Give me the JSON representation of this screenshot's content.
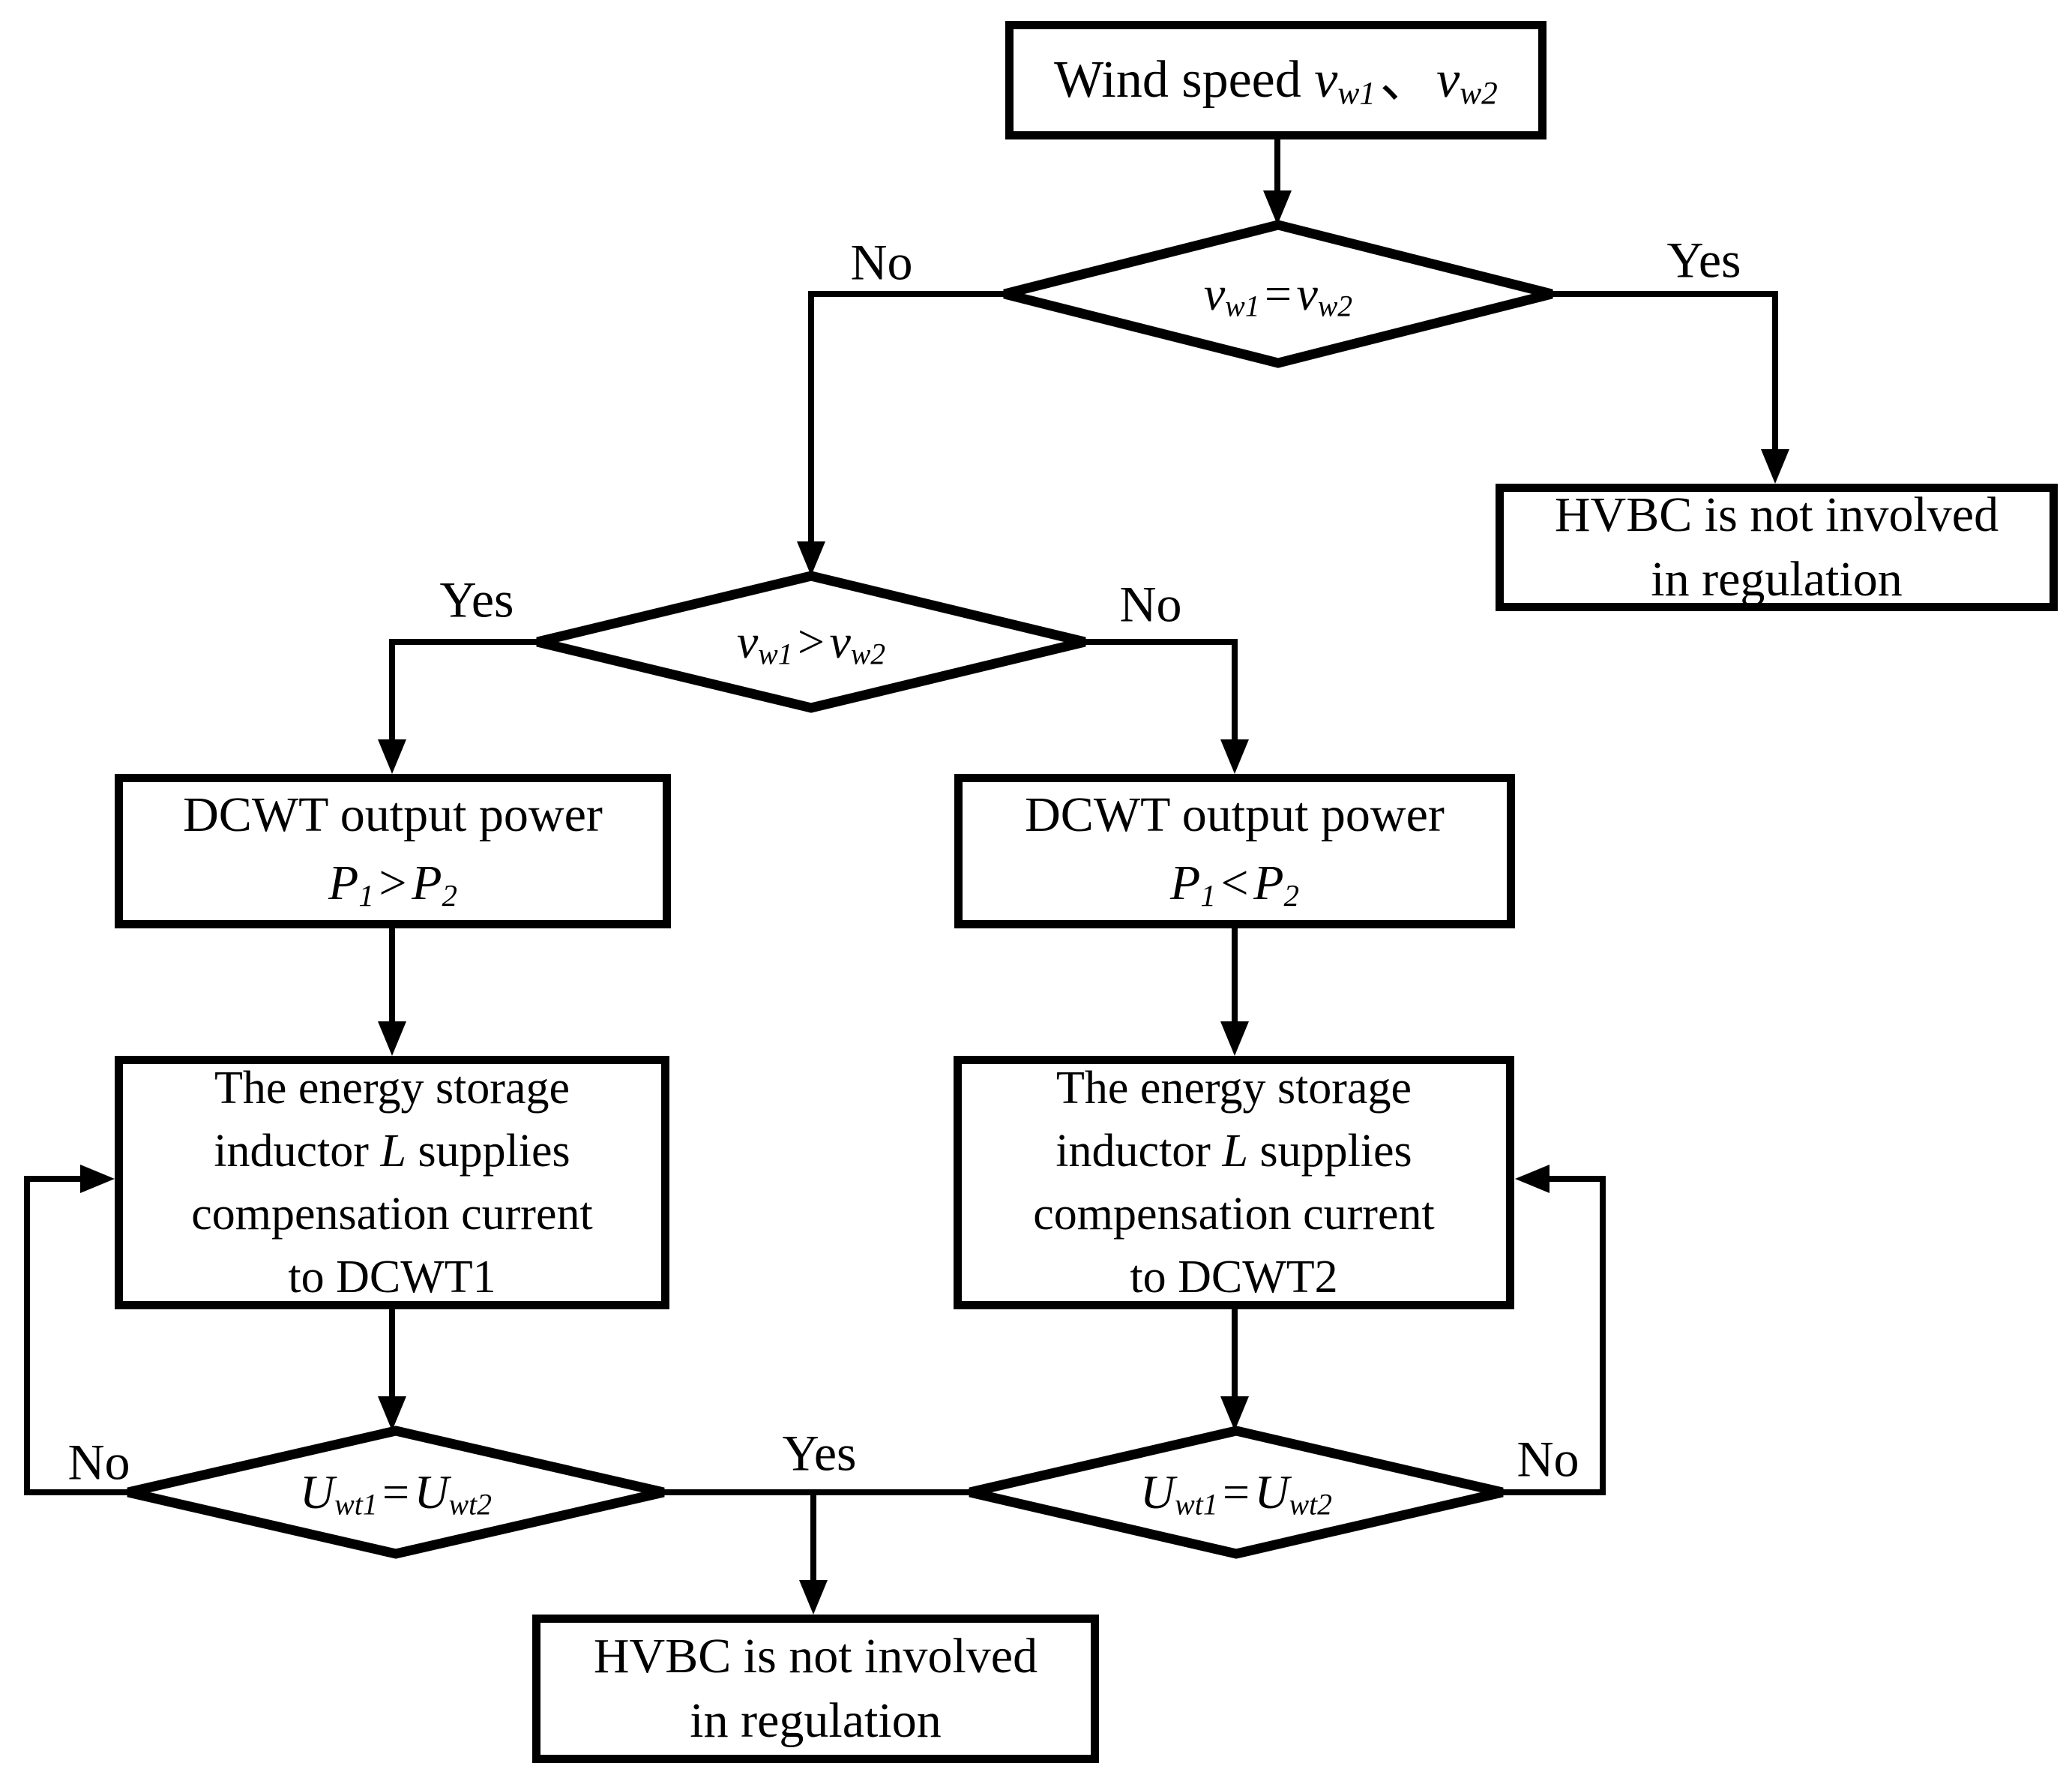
{
  "colors": {
    "line": "#000000",
    "background": "#ffffff"
  },
  "nodes": {
    "start": {
      "text_pre": "Wind speed ",
      "var1": "v",
      "var1_sub": "w1",
      "separator": "、",
      "var2": "v",
      "var2_sub": "w2"
    },
    "d_vw_eq": {
      "lhs": "v",
      "lhs_sub": "w1",
      "op": "=",
      "rhs": "v",
      "rhs_sub": "w2"
    },
    "d_vw_gt": {
      "lhs": "v",
      "lhs_sub": "w1",
      "op": ">",
      "rhs": "v",
      "rhs_sub": "w2"
    },
    "hvbc_right": {
      "line1": "HVBC is not involved",
      "line2": "in regulation"
    },
    "p_left": {
      "line1": "DCWT output power",
      "lhs": "P",
      "lhs_sub": "1",
      "op": ">",
      "rhs": "P",
      "rhs_sub": "2"
    },
    "p_right": {
      "line1": "DCWT output power",
      "lhs": "P",
      "lhs_sub": "1",
      "op": "<",
      "rhs": "P",
      "rhs_sub": "2"
    },
    "e_left": {
      "line1": "The energy storage",
      "line2_pre": "inductor ",
      "line2_var": "L",
      "line2_post": " supplies",
      "line3": "compensation current",
      "line4": "to DCWT1"
    },
    "e_right": {
      "line1": "The energy storage",
      "line2_pre": "inductor ",
      "line2_var": "L",
      "line2_post": " supplies",
      "line3": "compensation current",
      "line4": "to DCWT2"
    },
    "d_u_left": {
      "lhs": "U",
      "lhs_sub": "wt1",
      "op": "=",
      "rhs": "U",
      "rhs_sub": "wt2"
    },
    "d_u_right": {
      "lhs": "U",
      "lhs_sub": "wt1",
      "op": "=",
      "rhs": "U",
      "rhs_sub": "wt2"
    },
    "hvbc_bottom": {
      "line1": "HVBC is not involved",
      "line2": "in regulation"
    }
  },
  "labels": {
    "d1_no": "No",
    "d1_yes": "Yes",
    "d2_yes": "Yes",
    "d2_no": "No",
    "d3_no": "No",
    "merge_yes": "Yes",
    "d4_no": "No"
  }
}
